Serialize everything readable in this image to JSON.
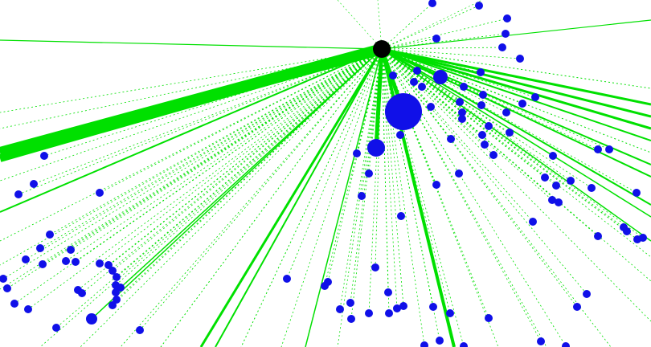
{
  "colors": {
    "background": "#ffffff",
    "edge": "#00e000",
    "leaf_node": "#1010e8",
    "hub_node": "#000000"
  },
  "graph": {
    "hub": {
      "label": ""
    },
    "leaf_count": 150,
    "large_node_count": 3,
    "edge_count": 176
  }
}
